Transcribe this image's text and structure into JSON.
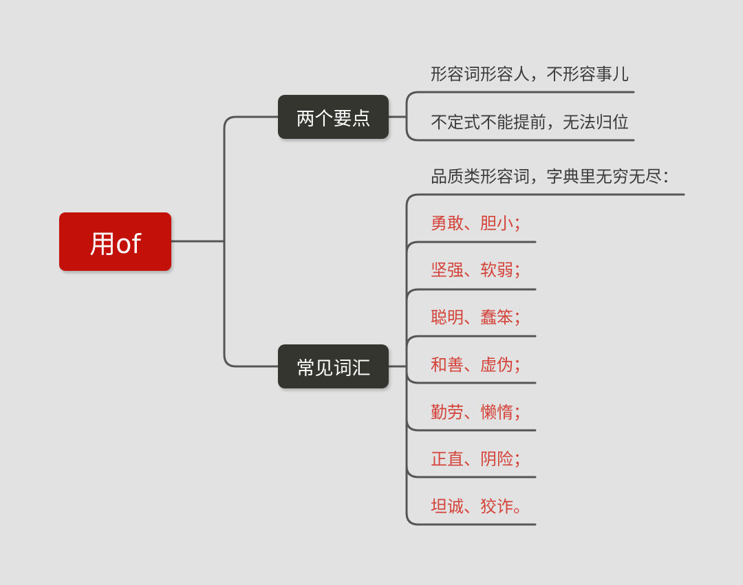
{
  "root": {
    "label": "用of"
  },
  "branches": [
    {
      "label": "两个要点",
      "children": [
        "形容词形容人，不形容事儿",
        "不定式不能提前，无法归位"
      ]
    },
    {
      "label": "常见词汇",
      "children": [
        "品质类形容词，字典里无穷无尽：",
        "勇敢、胆小；",
        "坚强、软弱；",
        "聪明、蠢笨；",
        "和善、虚伪；",
        "勤劳、懒惰；",
        "正直、阴险；",
        "坦诚、狡诈。"
      ]
    }
  ],
  "colors": {
    "background": "#e2e2e2",
    "root_fill": "#c3110a",
    "branch_fill": "#35352f",
    "connector": "#555555",
    "leaf_text_dark": "#3c3c3c",
    "leaf_text_red": "#d4433a"
  }
}
